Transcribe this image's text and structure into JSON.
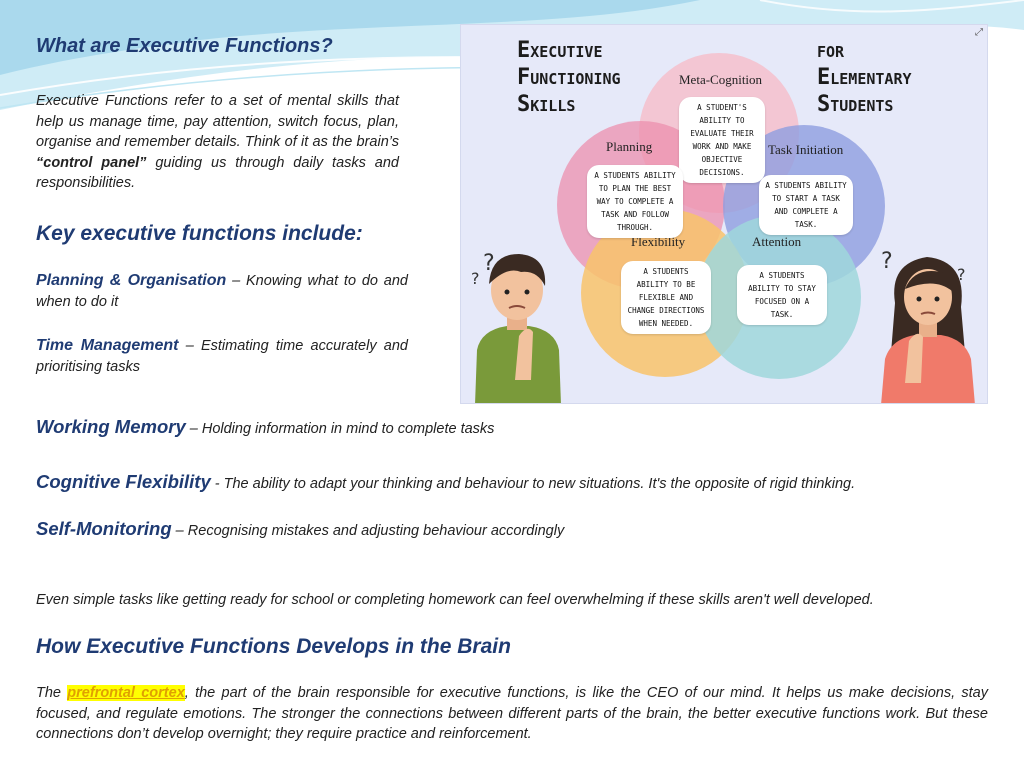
{
  "heading1": "What are Executive Functions?",
  "intro": {
    "before": "Executive Functions refer to a set of mental skills that help us manage time, pay attention, switch focus, plan, organise and remember details. Think of it as the brain’s ",
    "bold": "“control panel”",
    "after": " guiding us through daily tasks and responsibilities."
  },
  "heading2": "Key executive functions include:",
  "functions": [
    {
      "term": "Planning & Organisation",
      "sep": " – ",
      "desc": "Knowing what to do and when to do it"
    },
    {
      "term": "Time Management",
      "sep": " – ",
      "desc": "Estimating time accurately and prioritising tasks"
    },
    {
      "term": "Working Memory",
      "sep": " – ",
      "desc": "Holding information in mind to complete tasks"
    },
    {
      "term": "Cognitive Flexibility",
      "sep": " - ",
      "desc": "The ability to adapt your thinking and behaviour to new situations. It's the opposite of rigid thinking."
    },
    {
      "term": "Self-Monitoring",
      "sep": " – ",
      "desc": "Recognising mistakes and adjusting behaviour accordingly"
    }
  ],
  "note": "Even simple tasks like getting ready for school or completing homework can feel overwhelming if these skills aren't well developed.",
  "heading3": "How Executive Functions Develops in the Brain",
  "closing": {
    "before": "The ",
    "highlight": "prefrontal cortex",
    "after": ", the part of the brain responsible for executive functions, is like the CEO of our mind. It helps us make decisions, stay focused, and regulate emotions. The stronger the connections between different parts of the brain, the better executive functions work. But these connections don’t develop overnight; they require practice and reinforcement."
  },
  "infographic": {
    "title_left": "Executive\nFunctioning\nSkills",
    "title_right": "for\nElementary\nStudents",
    "question_mark": "?",
    "expand_glyph": "⤢",
    "skills": [
      {
        "name": "Meta-Cognition",
        "text": "A student's ability to evaluate their work and make objective decisions.",
        "color": "#f4c0cc"
      },
      {
        "name": "Planning",
        "text": "A students ability to plan the best way to complete a task and follow through.",
        "color": "#ec8fae"
      },
      {
        "name": "Task Initiation",
        "text": "A students ability to start a task and complete a task.",
        "color": "#8e9ee0"
      },
      {
        "name": "Flexibility",
        "text": "A students ability to be flexible and change directions when needed.",
        "color": "#f8c36b"
      },
      {
        "name": "Attention",
        "text": "A students ability to stay focused on a task.",
        "color": "#9fd7dc"
      }
    ]
  },
  "colors": {
    "heading": "#1f3b73",
    "highlight_bg": "#ffff00",
    "highlight_text": "#e0a000",
    "wave": "#8fd0e8"
  }
}
